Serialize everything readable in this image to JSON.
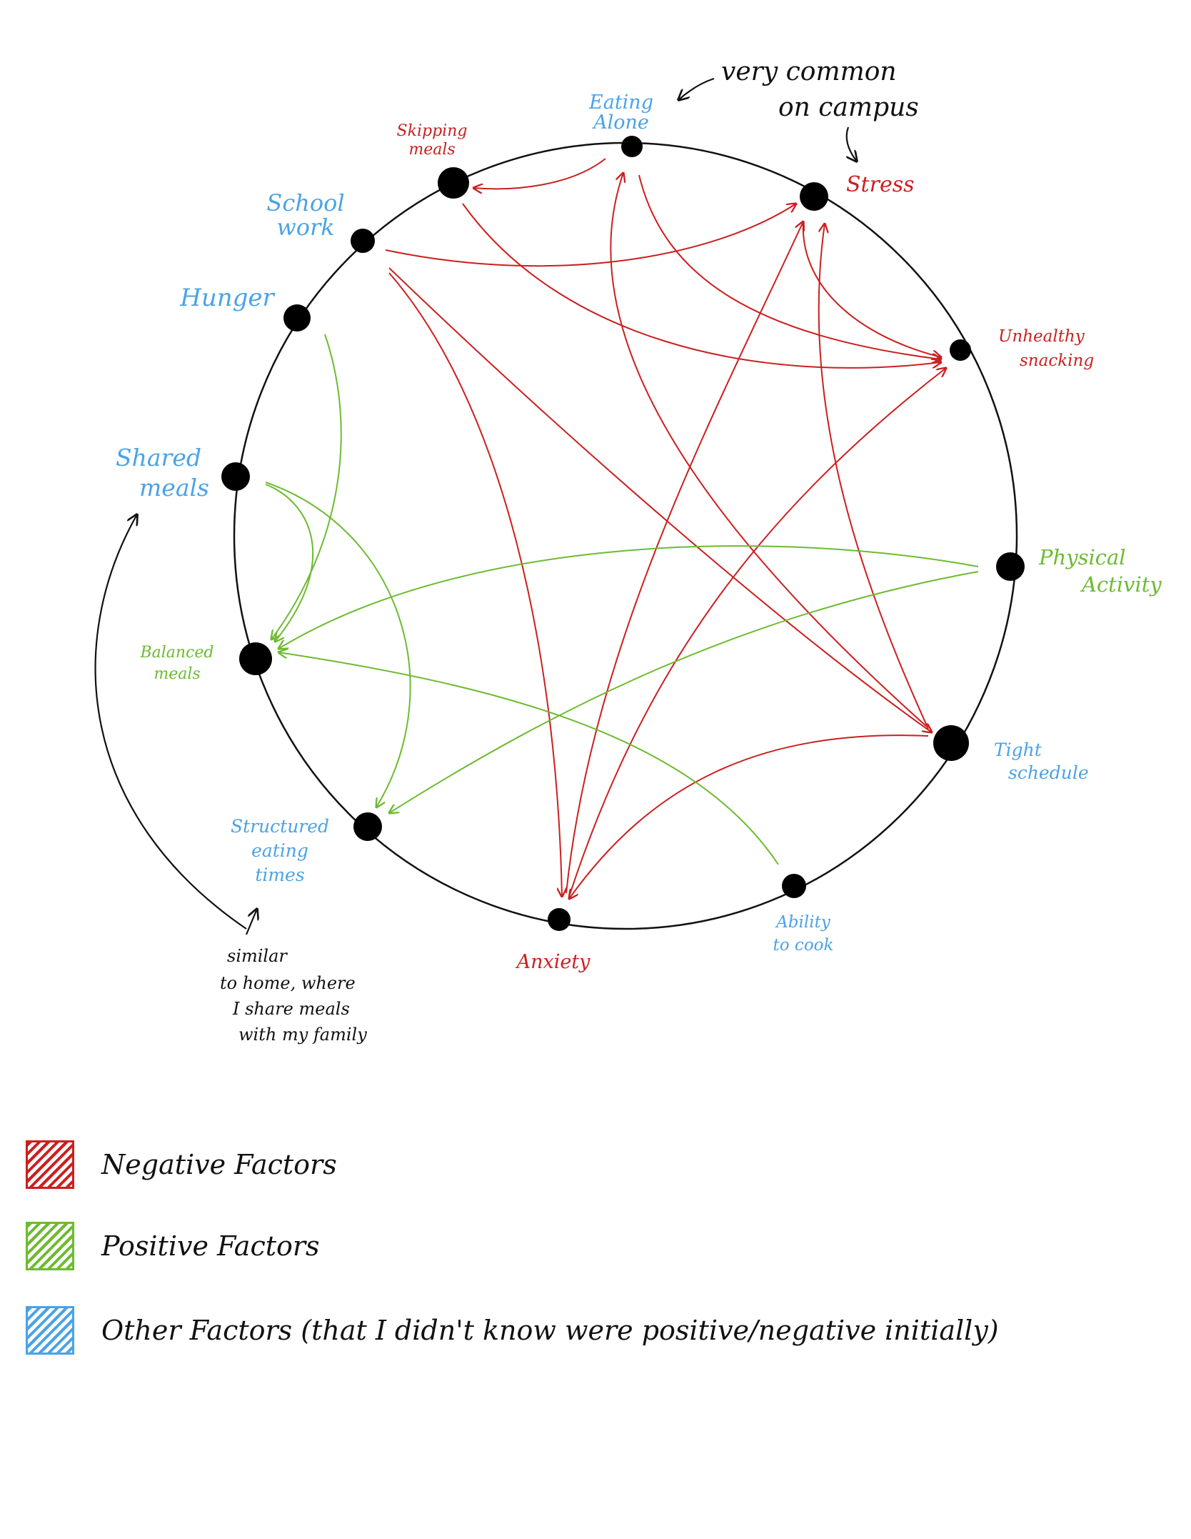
{
  "colors": {
    "negative": "#cc1f1f",
    "positive": "#6dbb2f",
    "other": "#4aa3e6",
    "ink": "#111111"
  },
  "nodes": [
    {
      "id": "eating-alone",
      "label": [
        "Eating",
        "Alone"
      ],
      "category": "other"
    },
    {
      "id": "stress",
      "label": [
        "Stress"
      ],
      "category": "negative"
    },
    {
      "id": "unhealthy-snacking",
      "label": [
        "Unhealthy",
        "snacking"
      ],
      "category": "negative"
    },
    {
      "id": "physical-activity",
      "label": [
        "Physical",
        "Activity"
      ],
      "category": "positive"
    },
    {
      "id": "tight-schedule",
      "label": [
        "Tight",
        "schedule"
      ],
      "category": "other"
    },
    {
      "id": "ability-to-cook",
      "label": [
        "Ability",
        "to cook"
      ],
      "category": "other"
    },
    {
      "id": "anxiety",
      "label": [
        "Anxiety"
      ],
      "category": "negative"
    },
    {
      "id": "structured-eating-times",
      "label": [
        "Structured",
        "eating",
        "times"
      ],
      "category": "other"
    },
    {
      "id": "balanced-meals",
      "label": [
        "Balanced",
        "meals"
      ],
      "category": "positive"
    },
    {
      "id": "shared-meals",
      "label": [
        "Shared",
        "meals"
      ],
      "category": "other"
    },
    {
      "id": "hunger",
      "label": [
        "Hunger"
      ],
      "category": "other"
    },
    {
      "id": "school-work",
      "label": [
        "School",
        "work"
      ],
      "category": "other"
    },
    {
      "id": "skipping-meals",
      "label": [
        "Skipping",
        "meals"
      ],
      "category": "negative"
    }
  ],
  "edges": [
    {
      "from": "eating-alone",
      "to": "skipping-meals",
      "kind": "negative"
    },
    {
      "from": "school-work",
      "to": "stress",
      "kind": "negative"
    },
    {
      "from": "eating-alone",
      "to": "unhealthy-snacking",
      "kind": "negative"
    },
    {
      "from": "skipping-meals",
      "to": "unhealthy-snacking",
      "kind": "negative"
    },
    {
      "from": "stress",
      "to": "unhealthy-snacking",
      "kind": "negative"
    },
    {
      "from": "school-work",
      "to": "tight-schedule",
      "kind": "negative"
    },
    {
      "from": "school-work",
      "to": "anxiety",
      "kind": "negative"
    },
    {
      "from": "tight-schedule",
      "to": "eating-alone",
      "kind": "negative"
    },
    {
      "from": "anxiety",
      "to": "stress",
      "kind": "negative"
    },
    {
      "from": "tight-schedule",
      "to": "stress",
      "kind": "negative"
    },
    {
      "from": "anxiety",
      "to": "unhealthy-snacking",
      "kind": "negative"
    },
    {
      "from": "tight-schedule",
      "to": "anxiety",
      "kind": "negative"
    },
    {
      "from": "hunger",
      "to": "balanced-meals",
      "kind": "positive"
    },
    {
      "from": "shared-meals",
      "to": "balanced-meals",
      "kind": "positive"
    },
    {
      "from": "shared-meals",
      "to": "structured-eating-times",
      "kind": "positive"
    },
    {
      "from": "physical-activity",
      "to": "balanced-meals",
      "kind": "positive"
    },
    {
      "from": "physical-activity",
      "to": "structured-eating-times",
      "kind": "positive"
    },
    {
      "from": "ability-to-cook",
      "to": "balanced-meals",
      "kind": "positive"
    }
  ],
  "annotations": {
    "campus_note": [
      "very common",
      "on campus"
    ],
    "home_note": [
      "similar",
      "to home, where",
      "I share meals",
      "with my family"
    ]
  },
  "legend": [
    {
      "label": "Negative Factors",
      "color_key": "negative"
    },
    {
      "label": "Positive Factors",
      "color_key": "positive"
    },
    {
      "label": "Other Factors (that I didn't know were positive/negative initially)",
      "color_key": "other"
    }
  ]
}
